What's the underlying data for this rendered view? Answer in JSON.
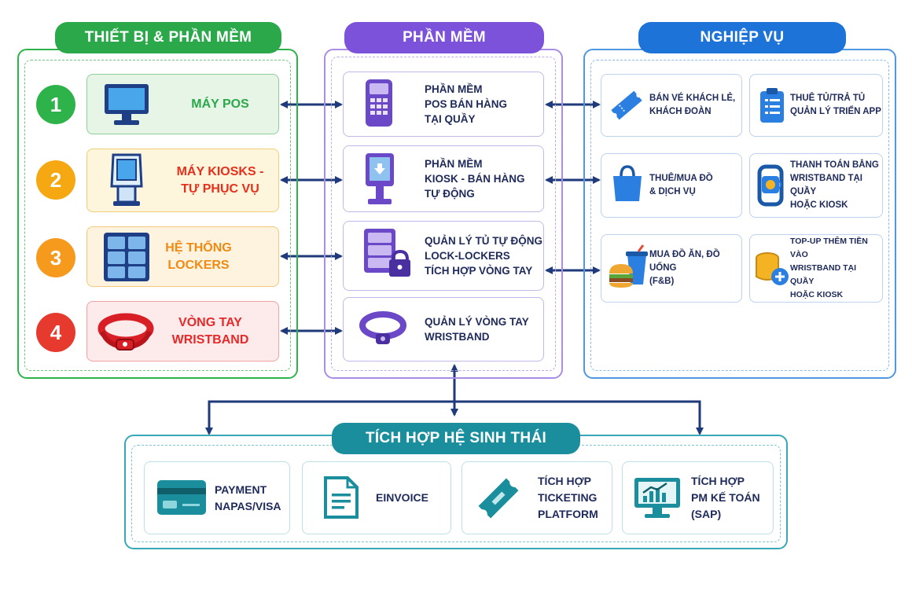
{
  "colors": {
    "green": "#2db34a",
    "purple": "#7b52d9",
    "blue": "#1e73d8",
    "teal": "#1a8e9c",
    "navy": "#1e2a5a",
    "arrow": "#1f3a7a"
  },
  "devices": {
    "title": "THIẾT BỊ  &  PHẦN MỀM",
    "items": [
      {
        "num": "1",
        "icon": "monitor-icon",
        "lines": [
          "MÁY POS"
        ],
        "color": "#2aa84a"
      },
      {
        "num": "2",
        "icon": "kiosk-icon",
        "lines": [
          "MÁY KIOSKS -",
          "TỰ PHỤC VỤ"
        ],
        "color": "#e6301c"
      },
      {
        "num": "3",
        "icon": "lockers-icon",
        "lines": [
          "HỆ THỐNG",
          "LOCKERS"
        ],
        "color": "#f08a12"
      },
      {
        "num": "4",
        "icon": "wristband-icon",
        "lines": [
          "VÒNG TAY",
          "WRISTBAND"
        ],
        "color": "#e62a2a"
      }
    ]
  },
  "software": {
    "title": "PHẦN MỀM",
    "items": [
      {
        "icon": "pos-terminal-icon",
        "lines": [
          "PHẦN MỀM",
          "POS BÁN HÀNG",
          "TẠI QUẦY"
        ]
      },
      {
        "icon": "kiosk-icon",
        "lines": [
          "PHẦN MỀM",
          "KIOSK - BÁN HÀNG",
          "TỰ ĐỘNG"
        ]
      },
      {
        "icon": "locker-lock-icon",
        "lines": [
          "QUẢN LÝ TỦ TỰ ĐỘNG",
          "LOCK-LOCKERS",
          "TÍCH HỢP VÒNG TAY"
        ]
      },
      {
        "icon": "wristband-icon",
        "lines": [
          "QUẢN LÝ VÒNG TAY",
          "WRISTBAND"
        ]
      }
    ]
  },
  "business": {
    "title": "NGHIỆP VỤ",
    "items": [
      {
        "icon": "ticket-icon",
        "lines": [
          "BÁN VÉ KHÁCH LẺ,",
          "KHÁCH ĐOÀN"
        ]
      },
      {
        "icon": "clipboard-icon",
        "lines": [
          "THUÊ TỦ/TRẢ TỦ",
          "QUẢN LÝ TRIỂN APP"
        ]
      },
      {
        "icon": "shopping-bag-icon",
        "lines": [
          "THUÊ/MUA ĐỒ",
          "& DỊCH VỤ"
        ]
      },
      {
        "icon": "wristband-payment-icon",
        "lines": [
          "THANH TOÁN BẰNG",
          "WRISTBAND TẠI QUẦY",
          "HOẶC KIOSK"
        ]
      },
      {
        "icon": "food-drink-icon",
        "lines": [
          "MUA ĐỒ ĂN, ĐỒ UỐNG",
          "(F&B)"
        ]
      },
      {
        "icon": "coins-plus-icon",
        "lines": [
          "TOP-UP THÊM TIỀN VÀO",
          "WRISTBAND TẠI QUẦY",
          "HOẶC KIOSK"
        ]
      }
    ]
  },
  "ecosystem": {
    "title": "TÍCH HỢP HỆ SINH THÁI",
    "items": [
      {
        "icon": "credit-card-icon",
        "lines": [
          "PAYMENT",
          "NAPAS/VISA"
        ]
      },
      {
        "icon": "document-icon",
        "lines": [
          "EINVOICE"
        ]
      },
      {
        "icon": "ticket-icon",
        "lines": [
          "TÍCH HỢP",
          "TICKETING",
          "PLATFORM"
        ]
      },
      {
        "icon": "chart-monitor-icon",
        "lines": [
          "TÍCH HỢP",
          "PM KẾ TOÁN",
          "(SAP)"
        ]
      }
    ]
  }
}
